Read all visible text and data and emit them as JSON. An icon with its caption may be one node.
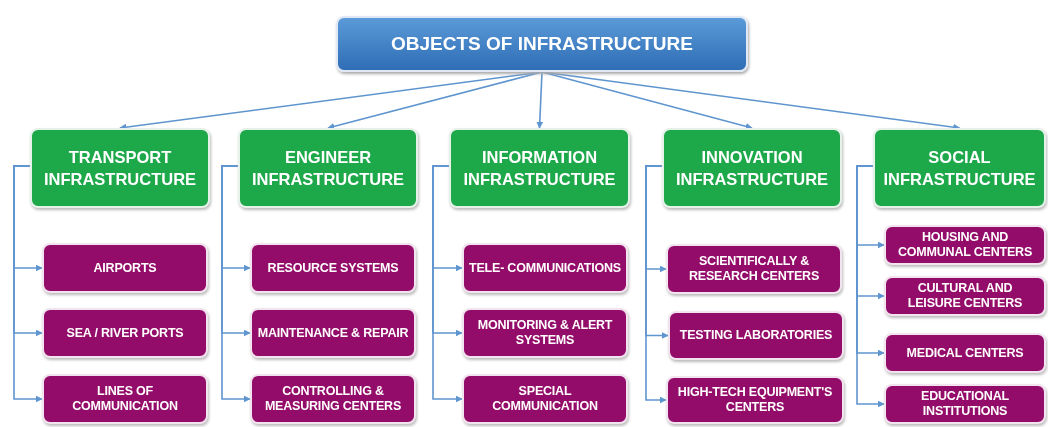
{
  "diagram": {
    "nodes": [
      {
        "text": [
          "OBJECTS OF INFRASTRUCTURE"
        ]
      },
      {
        "text": [
          "TRANSPORT INFRASTRUCTURE"
        ]
      },
      {
        "text": [
          "AIRPORTS"
        ]
      },
      {
        "text": [
          "SEA / RIVER PORTS"
        ]
      },
      {
        "text": [
          "LINES OF COMMUNICATION"
        ]
      },
      {
        "text": [
          "ENGINEER INFRASTRUCTURE"
        ]
      },
      {
        "text": [
          "RESOURCE SYSTEMS"
        ]
      },
      {
        "text": [
          "MAINTENANCE & REPAIR"
        ]
      },
      {
        "text": [
          "CONTROLLING & MEASURING CENTERS"
        ]
      },
      {
        "text": [
          "INFORMATION INFRASTRUCTURE"
        ]
      },
      {
        "text": [
          "TELE- COMMUNICATIONS"
        ]
      },
      {
        "text": [
          "MONITORING & ALERT SYSTEMS"
        ]
      },
      {
        "text": [
          "SPECIAL COMMUNICATION"
        ]
      },
      {
        "text": [
          "INNOVATION INFRASTRUCTURE"
        ]
      },
      {
        "text": [
          "SCIENTIFICALLY & RESEARCH CENTERS"
        ]
      },
      {
        "text": [
          "TESTING LABORATORIES"
        ]
      },
      {
        "text": [
          "HIGH-TECH EQUIPMENT'S CENTERS"
        ]
      },
      {
        "text": [
          "SOCIAL INFRASTRUCTURE"
        ]
      },
      {
        "text": [
          "HOUSING AND COMMUNAL CENTERS"
        ]
      },
      {
        "text": [
          "CULTURAL AND LEISURE CENTERS"
        ]
      },
      {
        "text": [
          "MEDICAL CENTERS"
        ]
      },
      {
        "text": [
          "EDUCATIONAL INSTITUTIONS"
        ]
      }
    ],
    "edges": [
      {
        "from": 0,
        "to": 1,
        "arrow": "to"
      },
      {
        "from": 0,
        "to": 5,
        "arrow": "to"
      },
      {
        "from": 0,
        "to": 9,
        "arrow": "to"
      },
      {
        "from": 0,
        "to": 13,
        "arrow": "to"
      },
      {
        "from": 0,
        "to": 17,
        "arrow": "to"
      },
      {
        "from": 1,
        "to": 2,
        "arrow": "to"
      },
      {
        "from": 1,
        "to": 3,
        "arrow": "to"
      },
      {
        "from": 1,
        "to": 4,
        "arrow": "to"
      },
      {
        "from": 5,
        "to": 6,
        "arrow": "to"
      },
      {
        "from": 5,
        "to": 7,
        "arrow": "to"
      },
      {
        "from": 5,
        "to": 8,
        "arrow": "to"
      },
      {
        "from": 9,
        "to": 10,
        "arrow": "to"
      },
      {
        "from": 9,
        "to": 11,
        "arrow": "to"
      },
      {
        "from": 9,
        "to": 12,
        "arrow": "to"
      },
      {
        "from": 13,
        "to": 14,
        "arrow": "to"
      },
      {
        "from": 13,
        "to": 15,
        "arrow": "to"
      },
      {
        "from": 13,
        "to": 16,
        "arrow": "to"
      },
      {
        "from": 17,
        "to": 18,
        "arrow": "to"
      },
      {
        "from": 17,
        "to": 19,
        "arrow": "to"
      },
      {
        "from": 17,
        "to": 20,
        "arrow": "to"
      },
      {
        "from": 17,
        "to": 21,
        "arrow": "to"
      }
    ]
  }
}
